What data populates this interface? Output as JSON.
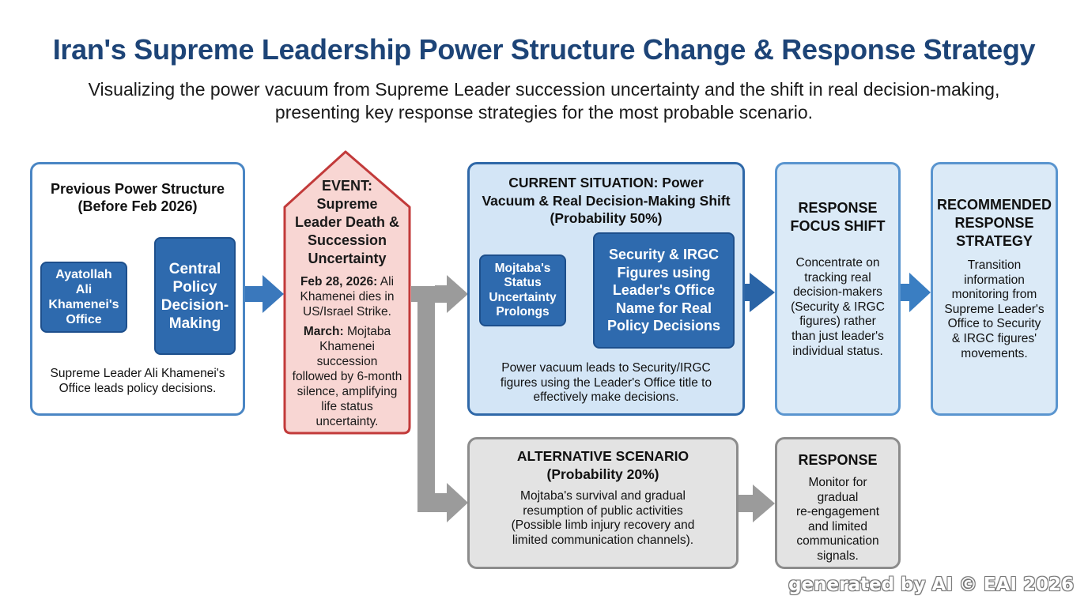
{
  "header": {
    "title": "Iran's Supreme Leadership Power Structure Change & Response Strategy",
    "subtitle_line1": "Visualizing the power vacuum from Supreme Leader succession uncertainty and the shift in real decision-making,",
    "subtitle_line2": "presenting key response strategies for the most probable scenario."
  },
  "previous": {
    "title_line1": "Previous Power Structure",
    "title_line2": "(Before Feb 2026)",
    "office": [
      "Ayatollah",
      "Ali",
      "Khamenei's",
      "Office"
    ],
    "central": [
      "Central",
      "Policy",
      "Decision-",
      "Making"
    ],
    "desc_line1": "Supreme Leader Ali Khamenei's",
    "desc_line2": "Office leads policy decisions."
  },
  "event": {
    "title": [
      "EVENT:",
      "Supreme",
      "Leader Death &",
      "Succession",
      "Uncertainty"
    ],
    "date1_label": "Feb 28, 2026:",
    "date1_first": "Ali",
    "date1_rest": [
      "Khamenei dies in",
      "US/Israel Strike."
    ],
    "date2_label": "March:",
    "date2_first": "Mojtaba",
    "date2_rest": [
      "Khamenei",
      "succession",
      "followed by 6-month",
      "silence, amplifying",
      "life status",
      "uncertainty."
    ]
  },
  "current": {
    "title": [
      "CURRENT SITUATION: Power",
      "Vacuum & Real Decision-Making Shift",
      "(Probability 50%)"
    ],
    "mojtaba": [
      "Mojtaba's",
      "Status",
      "Uncertainty",
      "Prolongs"
    ],
    "security": [
      "Security & IRGC",
      "Figures using",
      "Leader's Office",
      "Name for Real",
      "Policy Decisions"
    ],
    "desc": [
      "Power vacuum leads to Security/IRGC",
      "figures using the Leader's Office title to",
      "effectively make decisions."
    ]
  },
  "focus": {
    "title": [
      "RESPONSE",
      "FOCUS SHIFT"
    ],
    "desc": [
      "Concentrate on",
      "tracking real",
      "decision-makers",
      "(Security & IRGC",
      "figures) rather",
      "than just leader's",
      "individual status."
    ]
  },
  "recommended": {
    "title": [
      "RECOMMENDED",
      "RESPONSE",
      "STRATEGY"
    ],
    "desc": [
      "Transition",
      "information",
      "monitoring from",
      "Supreme Leader's",
      "Office to Security",
      "& IRGC figures'",
      "movements."
    ]
  },
  "alternative": {
    "title": [
      "ALTERNATIVE SCENARIO",
      "(Probability 20%)"
    ],
    "desc": [
      "Mojtaba's survival and gradual",
      "resumption of public activities",
      "(Possible limb injury recovery and",
      "limited communication channels)."
    ]
  },
  "response": {
    "title": "RESPONSE",
    "desc": [
      "Monitor for",
      "gradual",
      "re-engagement",
      "and limited",
      "communication",
      "signals."
    ]
  },
  "watermark": "generated by AI © EAI 2026",
  "colors": {
    "title_navy": "#1d4477",
    "dark_blue": "#2e6aae",
    "event_red": "#c23a3a",
    "event_fill": "#f8d6d3",
    "gray_arrow": "#9b9b9b"
  }
}
